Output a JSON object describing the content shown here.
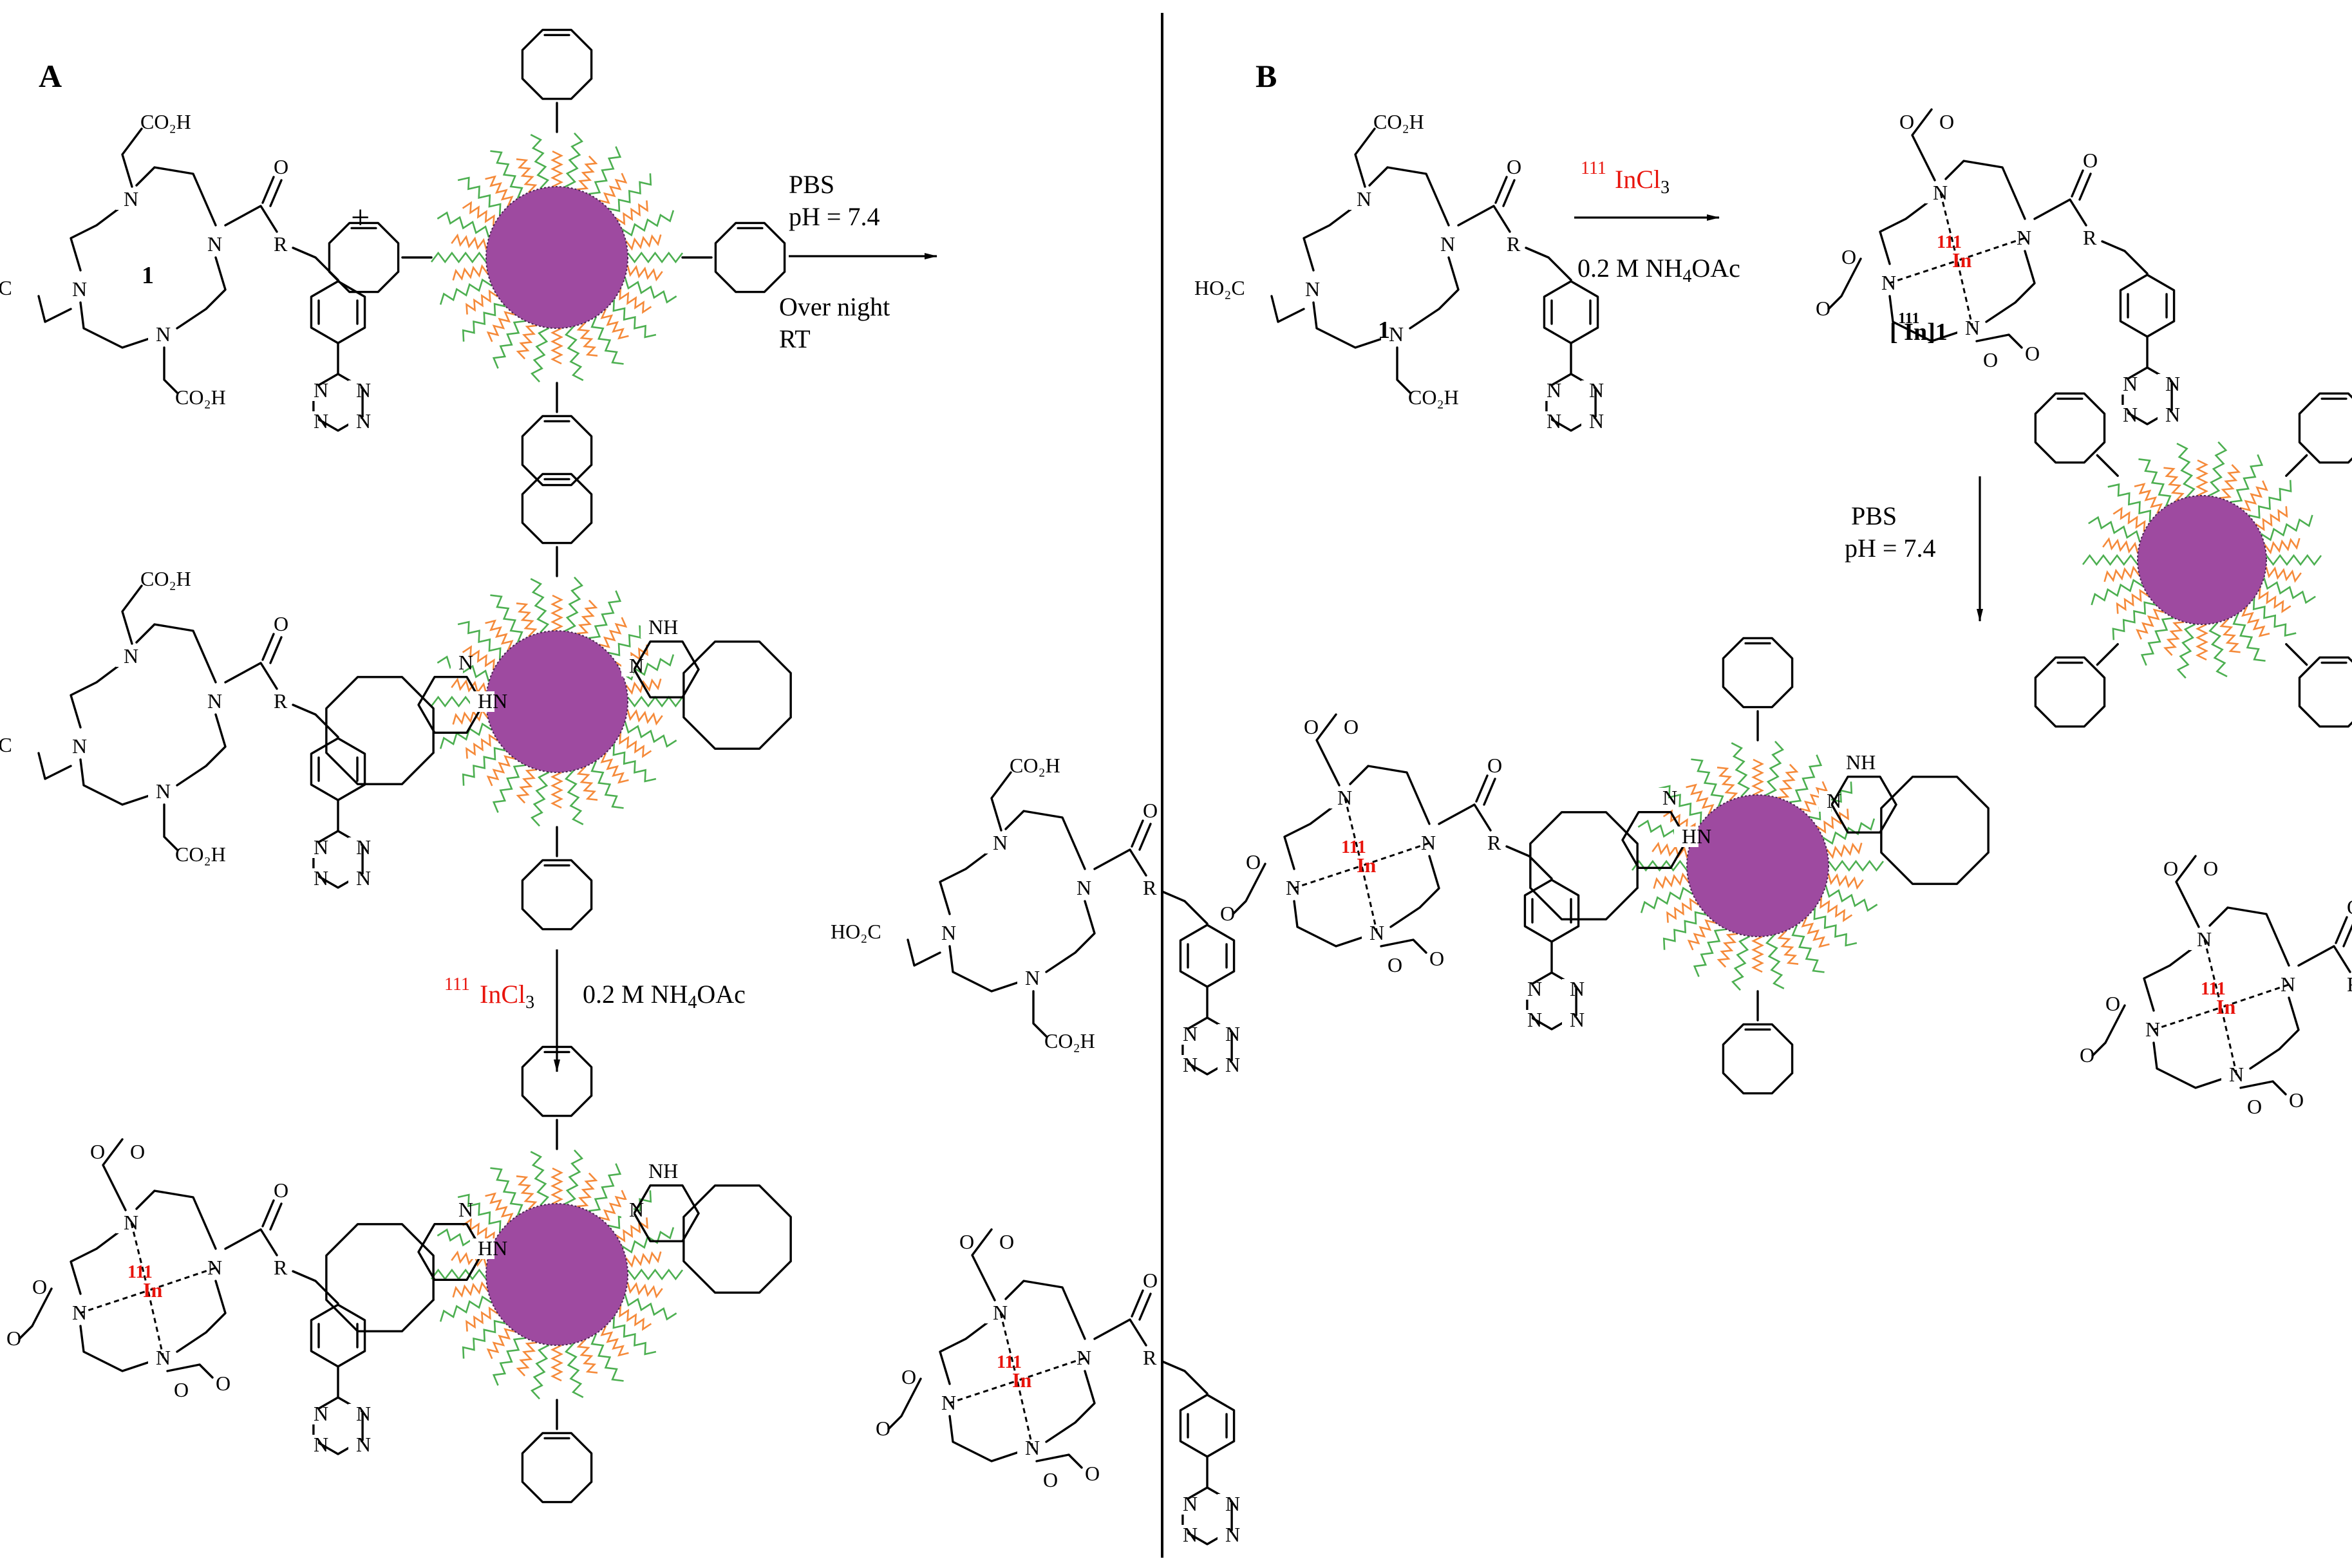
{
  "panels": {
    "A": {
      "letter": "A",
      "compound_number": "1",
      "plus": "+",
      "conditions": [
        "PBS",
        "pH = 7.4",
        "Over night",
        "RT"
      ],
      "step2_left": "InCl",
      "step2_left_iso": "111",
      "step2_left_sub": "3",
      "step2_right": "0.2 M NH",
      "step2_right_sub": "4",
      "step2_right_tail": "OAc"
    },
    "B": {
      "letter": "B",
      "compound_number": "1",
      "reagent_iso": "111",
      "reagent": "InCl",
      "reagent_sub": "3",
      "buffer": "0.2 M NH",
      "buffer_sub": "4",
      "buffer_tail": "OAc",
      "product_label_iso": "111",
      "product_label": "[  In]1",
      "conditions": [
        "PBS",
        "pH = 7.4"
      ]
    }
  },
  "atoms": {
    "N": "N",
    "O": "O",
    "R": "R",
    "CO2H": "CO₂H",
    "HO2C": "HO₂C",
    "HN": "HN",
    "NH": "NH",
    "In": "In",
    "iso": "111"
  },
  "colors": {
    "nanoparticle": "#9e4aa0",
    "peg_green": "#4caf50",
    "peg_orange": "#f58a3a",
    "indium_label": "#e8140c"
  }
}
